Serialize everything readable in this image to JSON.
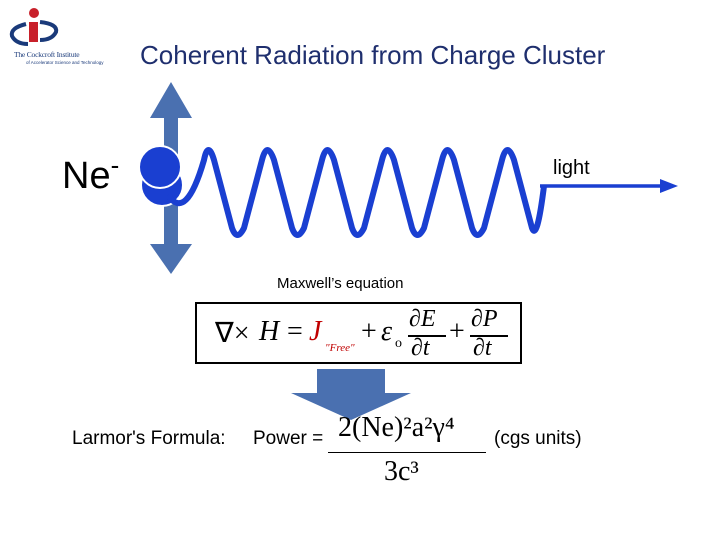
{
  "logo": {
    "name": "The Cockcroft Institute",
    "tagline": "of Accelerator Science and Technology"
  },
  "title": "Coherent Radiation from Charge Cluster",
  "charge": {
    "base": "Ne",
    "sign": "-"
  },
  "wave_label": "light",
  "maxwell_label": "Maxwell’s equation",
  "maxwell_eq": {
    "curl": "∇×",
    "H": "H",
    "eq": "=",
    "J": "J",
    "free": "\"Free\"",
    "plus1": "+",
    "eps": "ε",
    "eps_sub": "o",
    "dE": "∂E",
    "dt1": "∂t",
    "plus2": "+",
    "dP": "∂P",
    "dt2": "∂t"
  },
  "larmor": {
    "label": "Larmor's Formula:",
    "power": "Power =",
    "numerator": "2(Ne)²a²γ⁴",
    "denominator": "3c³",
    "units": "(cgs units)"
  },
  "colors": {
    "title": "#1f2f6e",
    "wave": "#1a3fd1",
    "arrow": "#4a70b0",
    "charge": "#1a3fd1",
    "logo_red": "#c8202a",
    "logo_blue": "#1a3a7a"
  }
}
